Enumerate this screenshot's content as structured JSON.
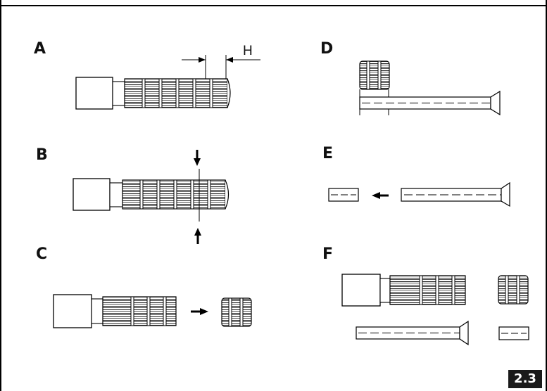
{
  "figure": {
    "number": "2.3",
    "dimension_label": "H",
    "steps": [
      {
        "id": "a",
        "label": "A"
      },
      {
        "id": "b",
        "label": "B"
      },
      {
        "id": "c",
        "label": "C"
      },
      {
        "id": "d",
        "label": "D"
      },
      {
        "id": "e",
        "label": "E"
      },
      {
        "id": "f",
        "label": "F"
      }
    ]
  }
}
